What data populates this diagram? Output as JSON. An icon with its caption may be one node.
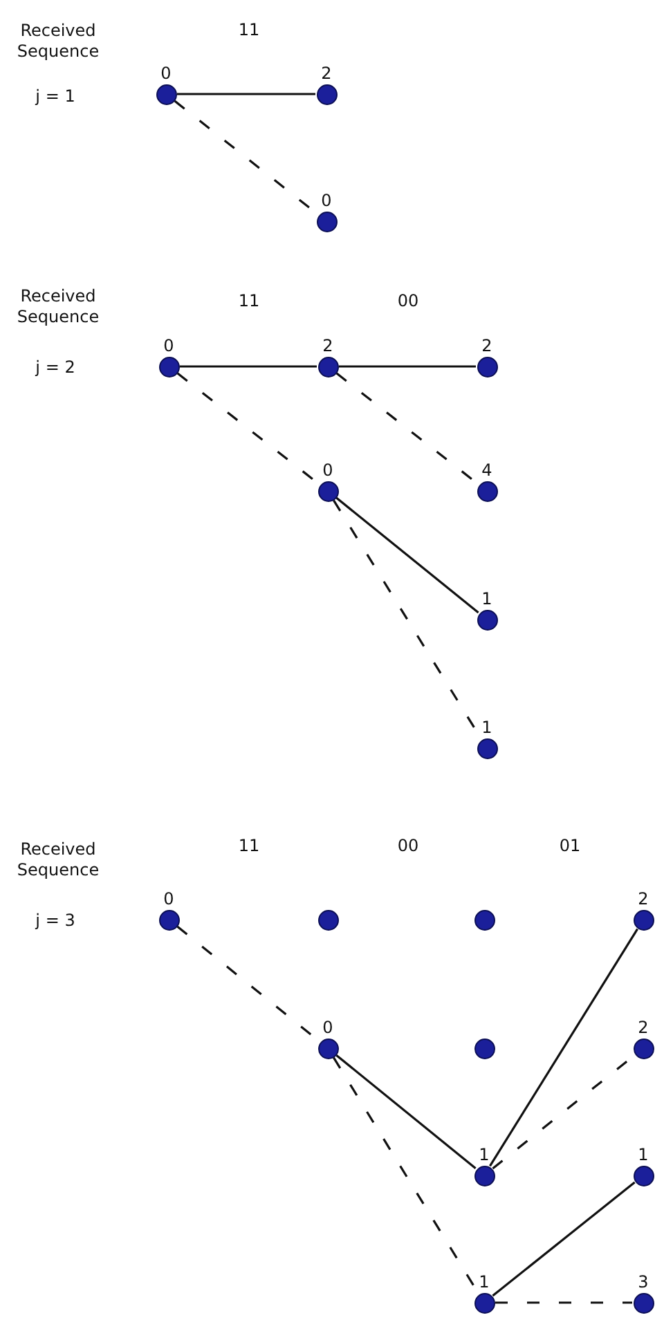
{
  "diagram": {
    "nodes": [
      {
        "text": [
          "0"
        ]
      },
      {
        "text": [
          "2"
        ]
      },
      {
        "text": [
          "0"
        ]
      },
      {
        "text": [
          "0"
        ]
      },
      {
        "text": [
          "2"
        ]
      },
      {
        "text": [
          "2"
        ]
      },
      {
        "text": [
          "0"
        ]
      },
      {
        "text": [
          "4"
        ]
      },
      {
        "text": [
          "1"
        ]
      },
      {
        "text": [
          "1"
        ]
      },
      {
        "text": [
          "0"
        ]
      },
      {
        "text": [],
        "shape": "circle"
      },
      {
        "text": [],
        "shape": "circle"
      },
      {
        "text": [
          "2"
        ]
      },
      {
        "text": [
          "0"
        ]
      },
      {
        "text": [],
        "shape": "circle"
      },
      {
        "text": [
          "2"
        ]
      },
      {
        "text": [
          "1"
        ]
      },
      {
        "text": [
          "1"
        ]
      },
      {
        "text": [
          "1"
        ]
      },
      {
        "text": [
          "3"
        ]
      }
    ],
    "edges": [
      {
        "from": 0,
        "to": 1,
        "arrow": "none"
      },
      {
        "from": 0,
        "to": 2,
        "arrow": "none",
        "style": "dashed"
      },
      {
        "from": 3,
        "to": 4,
        "arrow": "none"
      },
      {
        "from": 4,
        "to": 5,
        "arrow": "none"
      },
      {
        "from": 3,
        "to": 6,
        "arrow": "none",
        "style": "dashed"
      },
      {
        "from": 4,
        "to": 7,
        "arrow": "none",
        "style": "dashed"
      },
      {
        "from": 6,
        "to": 8,
        "arrow": "none"
      },
      {
        "from": 6,
        "to": 9,
        "arrow": "none",
        "style": "dashed"
      },
      {
        "from": 10,
        "to": 14,
        "arrow": "none",
        "style": "dashed"
      },
      {
        "from": 14,
        "to": 17,
        "arrow": "none"
      },
      {
        "from": 14,
        "to": 19,
        "arrow": "none",
        "style": "dashed"
      },
      {
        "from": 17,
        "to": 13,
        "arrow": "none"
      },
      {
        "from": 17,
        "to": 16,
        "arrow": "none",
        "style": "dashed"
      },
      {
        "from": 19,
        "to": 18,
        "arrow": "none"
      },
      {
        "from": 19,
        "to": 20,
        "arrow": "none",
        "style": "dashed"
      }
    ],
    "labels": [
      "Received Sequence",
      "11",
      "j = 1",
      "Received Sequence",
      "11",
      "00",
      "j = 2",
      "Received Sequence",
      "11",
      "00",
      "01",
      "j = 3"
    ]
  }
}
